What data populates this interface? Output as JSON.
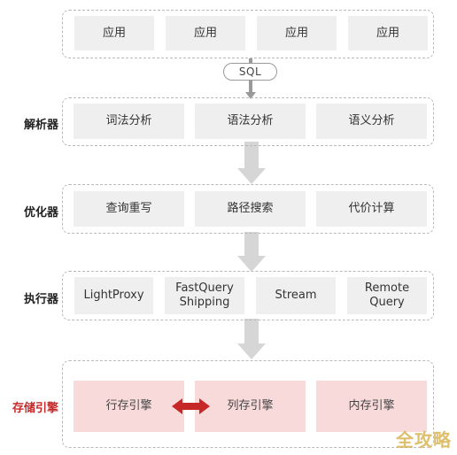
{
  "app_row": {
    "items": [
      "应用",
      "应用",
      "应用",
      "应用"
    ]
  },
  "sql_label": "SQL",
  "parser": {
    "label": "解析器",
    "items": [
      "词法分析",
      "语法分析",
      "语义分析"
    ]
  },
  "optimizer": {
    "label": "优化器",
    "items": [
      "查询重写",
      "路径搜索",
      "代价计算"
    ]
  },
  "executor": {
    "label": "执行器",
    "items": [
      {
        "line1": "LightProxy",
        "line2": ""
      },
      {
        "line1": "FastQuery",
        "line2": "Shipping"
      },
      {
        "line1": "Stream",
        "line2": ""
      },
      {
        "line1": "Remote",
        "line2": "Query"
      }
    ]
  },
  "storage": {
    "label": "存储引擎",
    "items": [
      "行存引擎",
      "列存引擎",
      "内存引擎"
    ]
  },
  "watermark": "全攻略",
  "colors": {
    "accent_red": "#c62828",
    "box_gray": "#efefef",
    "box_pink": "#f9dada",
    "flow_arrow": "#d6d6d6"
  }
}
